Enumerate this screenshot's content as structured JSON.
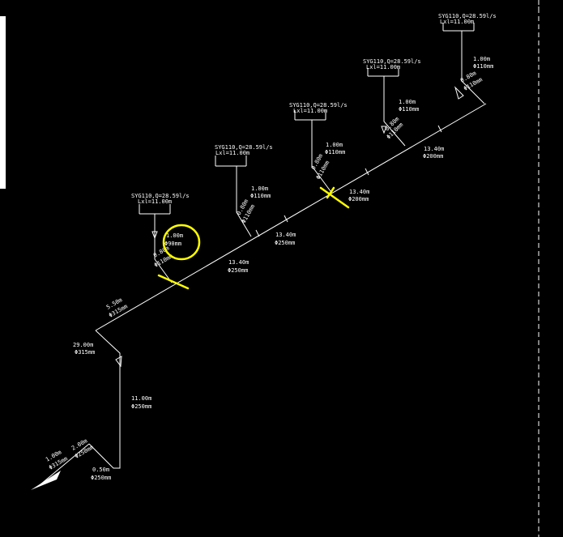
{
  "drawing": {
    "background": "#000000",
    "line_color": "#ffffff",
    "annotation_color": "#ffff00",
    "heads": [
      {
        "spec": "SYG110,Q=28.59l/s",
        "lxl": "Lxl=11.00m"
      },
      {
        "spec": "SYG110,Q=28.59l/s",
        "lxl": "Lxl=11.00m"
      },
      {
        "spec": "SYG110,Q=28.59l/s",
        "lxl": "Lxl=11.00m"
      },
      {
        "spec": "SYG110,Q=28.59l/s",
        "lxl": "Lxl=11.00m"
      },
      {
        "spec": "SYG110,Q=28.59l/s",
        "lxl": "Lxl=11.00m"
      }
    ],
    "branch_labels": [
      {
        "len": "1.00m",
        "dia": "Φ90mm",
        "len2": "0.80m",
        "dia2": "Φ110mm"
      },
      {
        "len": "1.00m",
        "dia": "Φ110mm",
        "len2": "0.80m",
        "dia2": "Φ110mm"
      },
      {
        "len": "1.00m",
        "dia": "Φ110mm",
        "len2": "0.80m",
        "dia2": "Φ110mm"
      },
      {
        "len": "1.00m",
        "dia": "Φ110mm",
        "len2": "0.80m",
        "dia2": "Φ110mm"
      },
      {
        "len": "1.00m",
        "dia": "Φ110mm",
        "len2": "0.80m",
        "dia2": "Φ110mm"
      }
    ],
    "main_segments": [
      {
        "len": "5.50m",
        "dia": "Φ315mm"
      },
      {
        "len": "13.40m",
        "dia": "Φ250mm"
      },
      {
        "len": "13.40m",
        "dia": "Φ250mm"
      },
      {
        "len": "13.40m",
        "dia": "Φ200mm"
      },
      {
        "len": "13.40m",
        "dia": "Φ200mm"
      }
    ],
    "riser": [
      {
        "len": "29.00m",
        "dia": "Φ315mm"
      },
      {
        "len": "11.00m",
        "dia": "Φ250mm"
      },
      {
        "len": "0.50m",
        "dia": "Φ250mm"
      }
    ],
    "outlet": [
      {
        "len": "1.00m",
        "dia": "Φ315mm"
      },
      {
        "len": "2.00m",
        "dia": "Φ250mm"
      }
    ]
  }
}
